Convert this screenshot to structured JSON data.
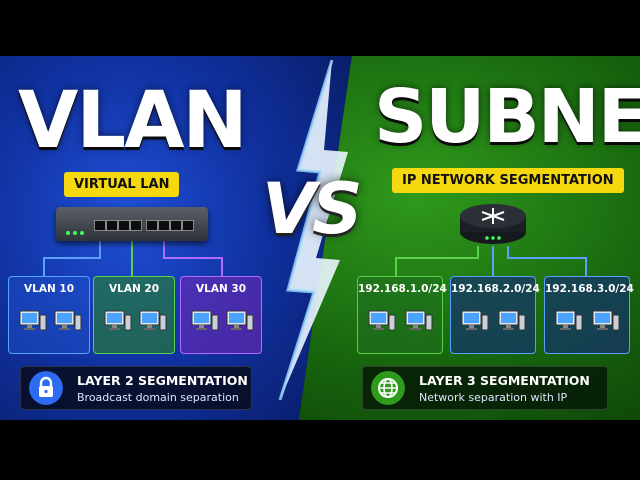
{
  "left": {
    "title": "VLAN",
    "tag": "VIRTUAL LAN",
    "boxes": [
      {
        "label": "VLAN 10",
        "color": "#3b7bf2"
      },
      {
        "label": "VLAN 20",
        "color": "#4caf3a"
      },
      {
        "label": "VLAN 30",
        "color": "#8b3fd6"
      }
    ],
    "info_title": "LAYER 2 SEGMENTATION",
    "info_sub": "Broadcast domain separation",
    "icon": "lock-icon"
  },
  "center": {
    "vs": "VS",
    "icon": "lightning-bolt-icon"
  },
  "right": {
    "title": "SUBNET",
    "tag": "IP NETWORK SEGMENTATION",
    "boxes": [
      {
        "label": "192.168.1.0/24",
        "color": "#4caf3a"
      },
      {
        "label": "192.168.2.0/24",
        "color": "#3b7bf2"
      },
      {
        "label": "192.168.3.0/24",
        "color": "#3b7bf2"
      }
    ],
    "info_title": "LAYER 3 SEGMENTATION",
    "info_sub": "Network separation with IP",
    "icon": "globe-icon"
  },
  "colors": {
    "accent_yellow": "#f5d80d",
    "left_bg": "#1f4fd6",
    "right_bg": "#2f9a1c"
  }
}
